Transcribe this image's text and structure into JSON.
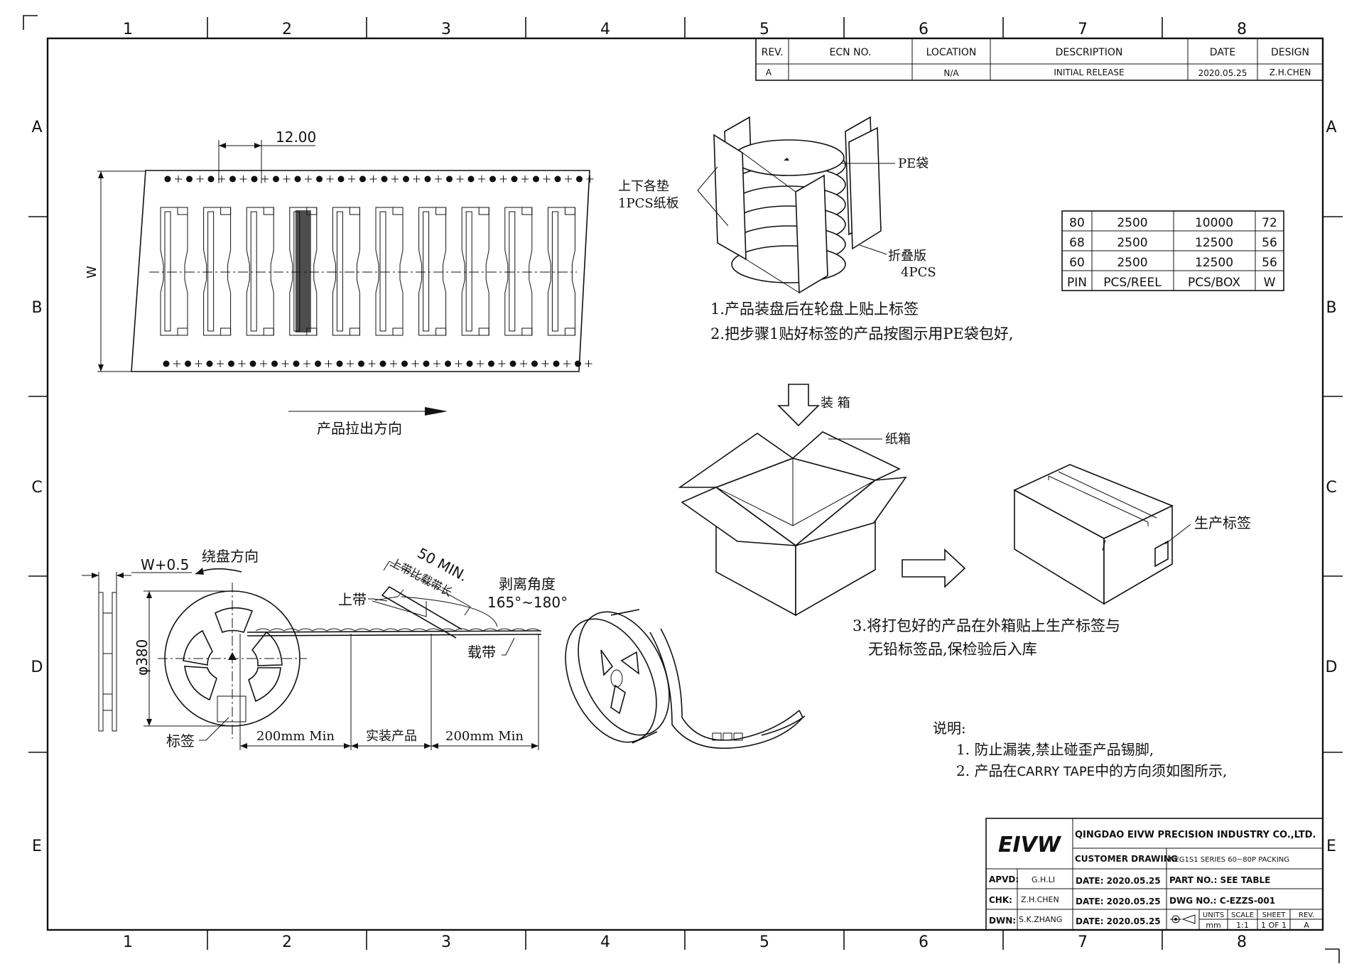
{
  "border": {
    "columns": [
      "1",
      "2",
      "3",
      "4",
      "5",
      "6",
      "7",
      "8"
    ],
    "rows": [
      "A",
      "B",
      "C",
      "D",
      "E"
    ]
  },
  "revision_table": {
    "headers": [
      "REV.",
      "ECN NO.",
      "LOCATION",
      "DESCRIPTION",
      "DATE",
      "DESIGN"
    ],
    "row": [
      "A",
      "",
      "N/A",
      "INITIAL RELEASE",
      "2020.05.25",
      "Z.H.CHEN"
    ]
  },
  "tape_view": {
    "pitch": "12.00",
    "width_label": "W",
    "direction_label": "产品拉出方向"
  },
  "bag_view": {
    "board_label_1": "上下各垫",
    "board_label_2": "1PCS纸板",
    "pe_label": "PE袋",
    "fold_label_1": "折叠版",
    "fold_label_2": "4PCS"
  },
  "spec_table": {
    "rows": [
      [
        "80",
        "2500",
        "10000",
        "72"
      ],
      [
        "68",
        "2500",
        "12500",
        "56"
      ],
      [
        "60",
        "2500",
        "12500",
        "56"
      ],
      [
        "PIN",
        "PCS/REEL",
        "PCS/BOX",
        "W"
      ]
    ]
  },
  "steps": {
    "step1": "1.产品装盘后在轮盘上贴上标签",
    "step2": "2.把步骤1贴好标签的产品按图示用PE袋包好,",
    "step3_line1": "3.将打包好的产品在外箱贴上生产标签与",
    "step3_line2": "无铅标签品,保检验后入库"
  },
  "box_view": {
    "packing_label": "装 箱",
    "carton_label": "纸箱",
    "prod_label": "生产标签"
  },
  "reel_view": {
    "width_label": "W+0.5",
    "wind_label": "绕盘方向",
    "diameter_label": "φ380",
    "label_tag": "标签",
    "top_tape_label": "上带",
    "min_label": "50 MIN.",
    "longer_label": "上带比载带长",
    "angle_label": "剥离角度",
    "angle_value": "165°~180°",
    "carrier_label": "载带",
    "seg1": "200mm Min",
    "seg2": "实装产品",
    "seg3": "200mm Min"
  },
  "notes": {
    "title": "说明:",
    "note1": "1.  防止漏装,禁止碰歪产品锡脚,",
    "note2_a": "2.  产品在",
    "note2_b": "CARRY TAPE",
    "note2_c": "中的方向须如图所示,"
  },
  "title_block": {
    "logo": "EIVW",
    "company": "QINGDAO EIVW PRECISION INDUSTRY CO.,LTD.",
    "drawing_type": "CUSTOMER DRAWING",
    "series": "NEG1S1 SERIES 60~80P PACKING",
    "apvd_label": "APVD:",
    "apvd_name": "G.H.LI",
    "apvd_date": "DATE: 2020.05.25",
    "part_no": "PART NO.: SEE TABLE",
    "chk_label": "CHK:",
    "chk_name": "Z.H.CHEN",
    "chk_date": "DATE: 2020.05.25",
    "dwg_no": "DWG NO.:  C-EZZS-001",
    "dwn_label": "DWN:",
    "dwn_name": "S.K.ZHANG",
    "dwn_date": "DATE: 2020.05.25",
    "units_label": "UNITS",
    "units_value": "mm",
    "scale_label": "SCALE",
    "scale_value": "1:1",
    "sheet_label": "SHEET",
    "sheet_value": "1 OF 1",
    "rev_label": "REV.",
    "rev_value": "A"
  }
}
